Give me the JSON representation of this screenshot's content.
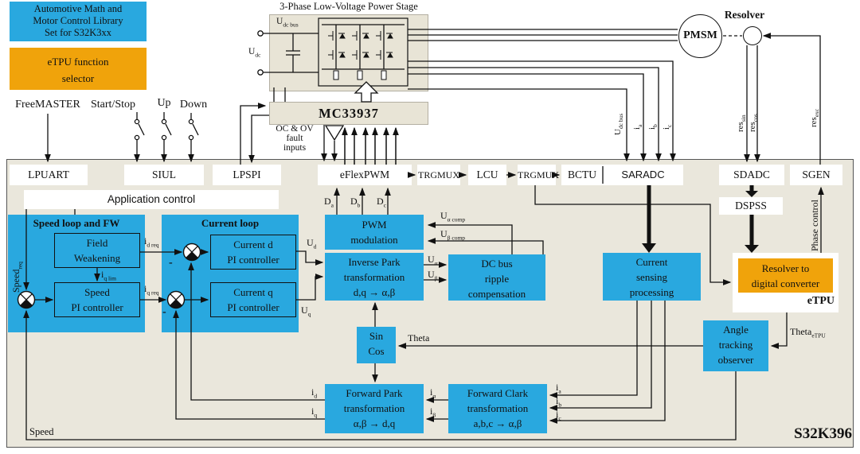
{
  "legend": {
    "library_box": {
      "l1": "Automotive Math and",
      "l2": "Motor Control Library",
      "l3": "Set for S32K3xx"
    },
    "etpu_box": {
      "l1": "eTPU function",
      "l2": "selector"
    }
  },
  "inputs": {
    "freemaster": "FreeMASTER",
    "start_stop": "Start/Stop",
    "up": "Up",
    "down": "Down"
  },
  "power_stage": {
    "title": "3-Phase Low-Voltage Power Stage",
    "u_dc_bus": {
      "main": "U",
      "sub": "dc bus"
    },
    "u_dc": {
      "main": "U",
      "sub": "dc"
    }
  },
  "gate_driver": {
    "name": "MC33937",
    "fault": {
      "l1": "OC & OV",
      "l2": "fault",
      "l3": "inputs"
    }
  },
  "motor": {
    "pmsm": "PMSM",
    "resolver": "Resolver"
  },
  "mcu": {
    "name": "S32K396",
    "app_control": "Application control",
    "peripherals": {
      "lpuart": "LPUART",
      "siul": "SIUL",
      "lpspi": "LPSPI",
      "eflexpwm": "eFlexPWM",
      "trgmux1": "TRGMUX",
      "lcu": "LCU",
      "trgmux2": "TRGMUX",
      "bctu": "BCTU",
      "saradc": "SARADC",
      "sdadc": "SDADC",
      "sgen": "SGEN",
      "dspss": "DSPSS"
    },
    "blocks": {
      "speed_loop": {
        "title": "Speed loop and FW",
        "field_weakening": {
          "l1": "Field",
          "l2": "Weakening"
        },
        "speed_pi": {
          "l1": "Speed",
          "l2": "PI controller"
        }
      },
      "current_loop": {
        "title": "Current loop",
        "current_d": {
          "l1": "Current d",
          "l2": "PI controller"
        },
        "current_q": {
          "l1": "Current q",
          "l2": "PI controller"
        }
      },
      "pwm_mod": {
        "l1": "PWM",
        "l2": "modulation"
      },
      "inverse_park": {
        "l1": "Inverse Park",
        "l2": "transformation",
        "l3": "d,q → α,β"
      },
      "dc_bus_ripple": {
        "l1": "DC bus",
        "l2": "ripple",
        "l3": "compensation"
      },
      "sincos": {
        "l1": "Sin",
        "l2": "Cos"
      },
      "forward_park": {
        "l1": "Forward Park",
        "l2": "transformation",
        "l3": "α,β → d,q"
      },
      "forward_clark": {
        "l1": "Forward Clark",
        "l2": "transformation",
        "l3": "a,b,c → α,β"
      },
      "current_sensing": {
        "l1": "Current",
        "l2": "sensing",
        "l3": "processing"
      },
      "rdc": {
        "l1": "Resolver to",
        "l2": "digital converter"
      },
      "etpu_label": "eTPU",
      "ato": {
        "l1": "Angle",
        "l2": "tracking",
        "l3": "observer"
      }
    }
  },
  "signals": {
    "d_a": {
      "main": "D",
      "sub": "a"
    },
    "d_b": {
      "main": "D",
      "sub": "b"
    },
    "d_c": {
      "main": "D",
      "sub": "c"
    },
    "u_alpha_comp": {
      "main": "U",
      "sub": "α comp"
    },
    "u_beta_comp": {
      "main": "U",
      "sub": "β comp"
    },
    "u_alpha": {
      "main": "U",
      "sub": "α"
    },
    "u_beta": {
      "main": "U",
      "sub": "β"
    },
    "u_d": {
      "main": "U",
      "sub": "d"
    },
    "u_q": {
      "main": "U",
      "sub": "q"
    },
    "i_d_req": {
      "main": "i",
      "sub": "d req"
    },
    "i_q_req": {
      "main": "i",
      "sub": "q req"
    },
    "i_q_lim": {
      "main": "i",
      "sub": "q lim"
    },
    "i_d": {
      "main": "i",
      "sub": "d"
    },
    "i_q": {
      "main": "i",
      "sub": "q"
    },
    "i_alpha": {
      "main": "i",
      "sub": "α"
    },
    "i_beta": {
      "main": "i",
      "sub": "β"
    },
    "i_a": {
      "main": "i",
      "sub": "a"
    },
    "i_b": {
      "main": "i",
      "sub": "b"
    },
    "i_c": {
      "main": "i",
      "sub": "c"
    },
    "u_dc_bus": {
      "main": "U",
      "sub": "dc bus"
    },
    "theta": "Theta",
    "theta_etpu": {
      "main": "Theta",
      "sub": "eTPU"
    },
    "speed": "Speed",
    "speed_req": {
      "main": "Speed",
      "sub": "req"
    },
    "res_sin": {
      "main": "res",
      "sub": "sin"
    },
    "res_cos": {
      "main": "res",
      "sub": "cos"
    },
    "res_exc": {
      "main": "res",
      "sub": "exc"
    },
    "phase_control": "Phase control",
    "minus": "-"
  },
  "colors": {
    "block_blue": "#29A8DF",
    "accent_orange": "#F0A30B",
    "mcu_beige": "#EAE7DC",
    "stage_beige": "#E8E4D6"
  }
}
